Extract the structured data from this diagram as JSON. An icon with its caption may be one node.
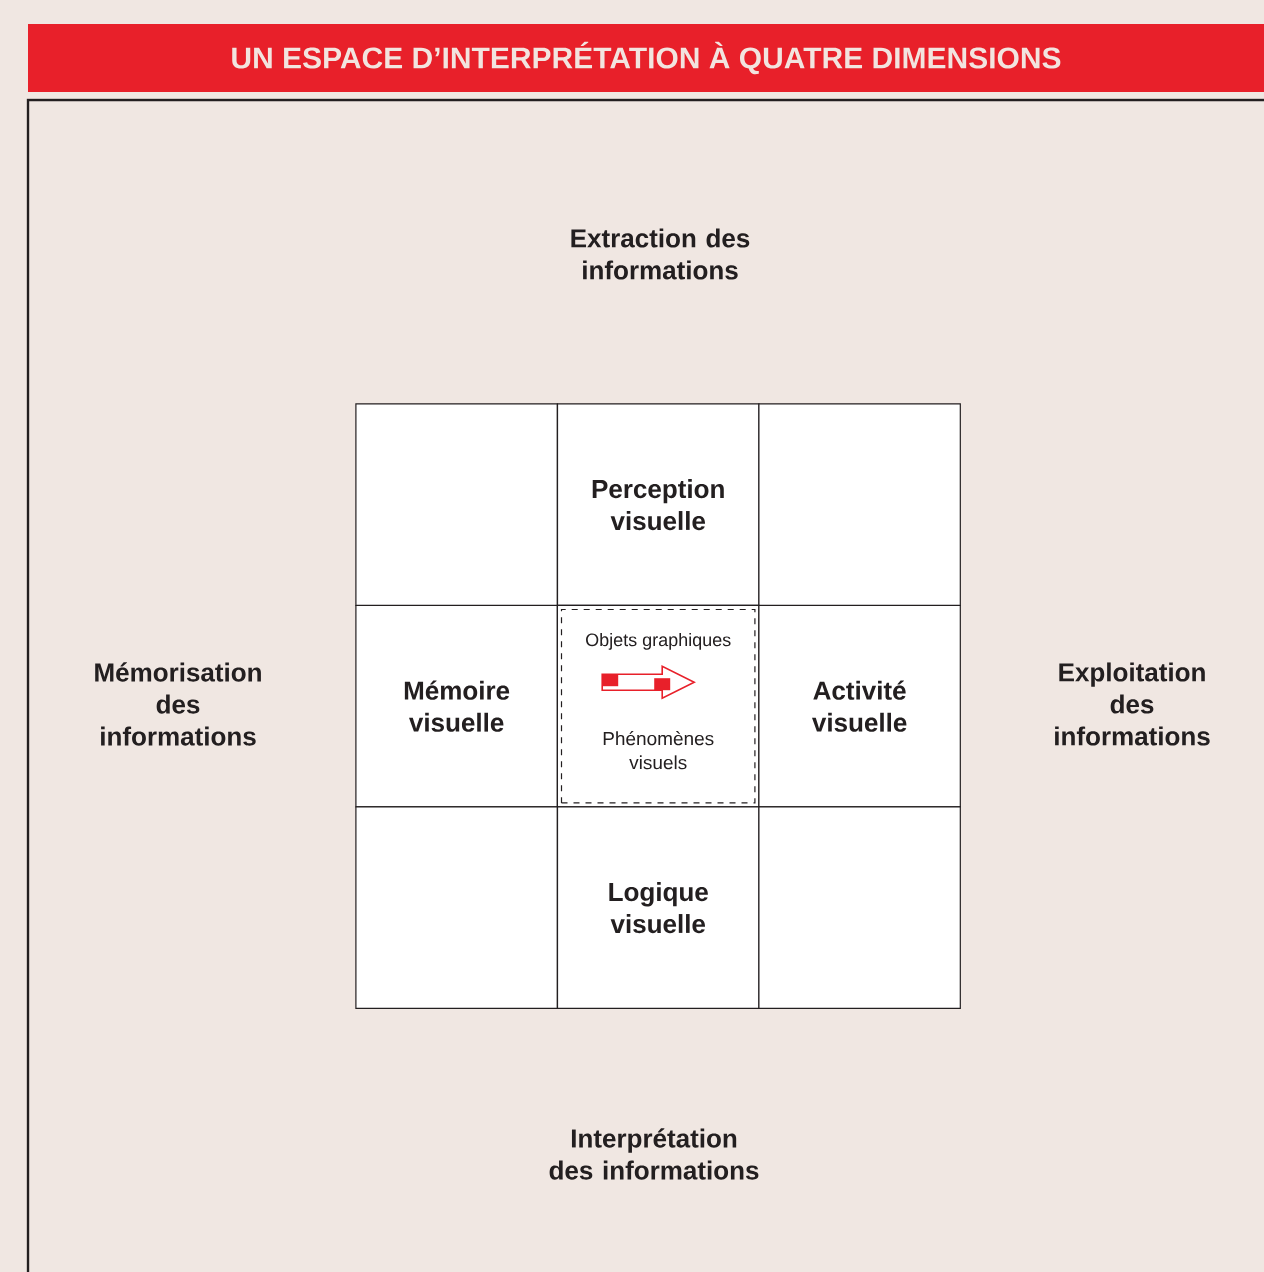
{
  "diagram": {
    "title": "UN ESPACE D’INTERPRÉTATION À QUATRE DIMENSIONS",
    "nodes": [
      {
        "text": [],
        "shape": "box"
      },
      {
        "text": [
          "Perception visuelle"
        ]
      },
      {
        "text": [],
        "shape": "box"
      },
      {
        "text": [
          "Mémoire visuelle"
        ]
      },
      {
        "text": [
          "Objets graphiques",
          "Phénomènes visuels"
        ]
      },
      {
        "text": [
          "Activité visuelle"
        ]
      },
      {
        "text": [],
        "shape": "box"
      },
      {
        "text": [
          "Logique visuelle"
        ]
      },
      {
        "text": [],
        "shape": "box"
      }
    ],
    "labels": [
      "Extraction des informations",
      "Mémorisation des informations",
      "Exploitation des informations",
      "Interprétation des informations"
    ]
  }
}
